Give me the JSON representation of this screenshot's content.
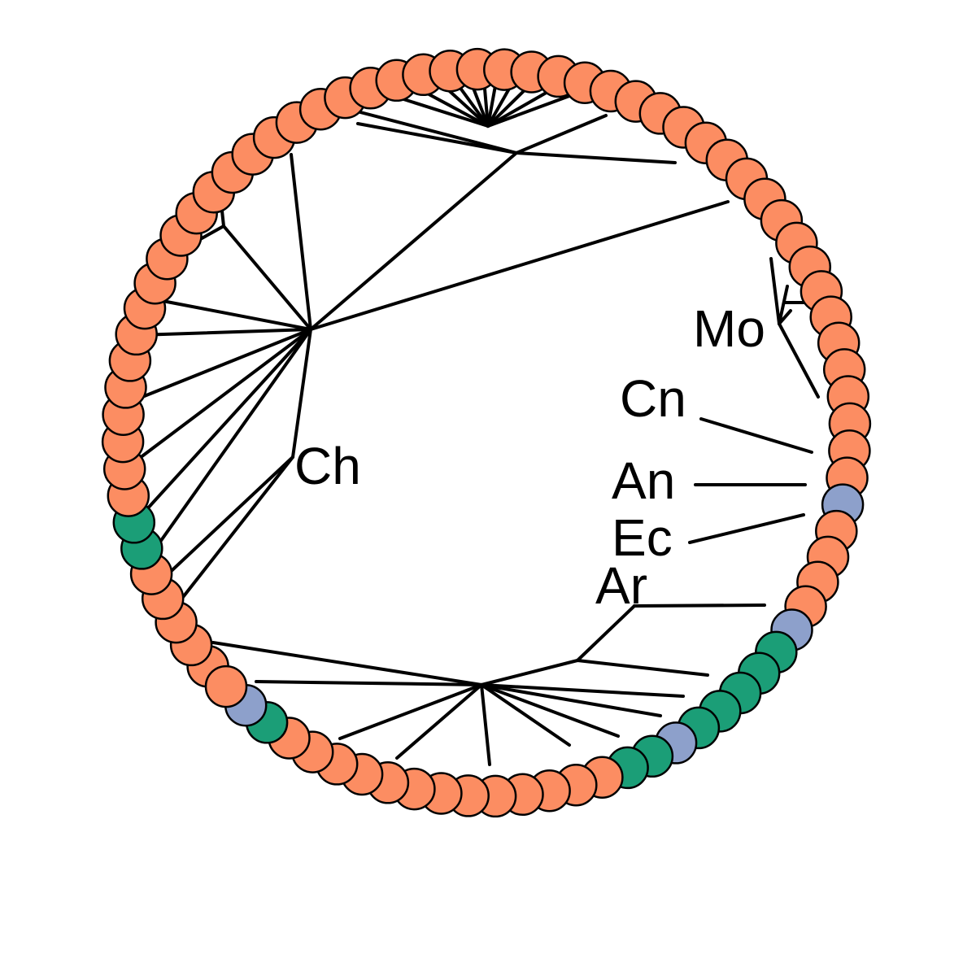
{
  "colors": {
    "orange": "#fc8d62",
    "green": "#1b9e77",
    "blue": "#8da0cb",
    "line": "#000000",
    "background": "#ffffff"
  },
  "legend": [],
  "labels": {
    "ch": "Ch",
    "mo": "Mo",
    "cn": "Cn",
    "an": "An",
    "ec": "Ec",
    "ar": "Ar"
  },
  "leaf_color_sequence": [
    "orange",
    "orange",
    "orange",
    "orange",
    "orange",
    "green",
    "green",
    "orange",
    "orange",
    "orange",
    "orange",
    "orange",
    "orange",
    "orange",
    "orange",
    "orange",
    "orange",
    "orange",
    "orange",
    "orange",
    "orange",
    "orange",
    "orange",
    "orange",
    "orange",
    "orange",
    "orange",
    "orange",
    "orange",
    "orange",
    "orange",
    "orange",
    "orange",
    "orange",
    "orange",
    "orange",
    "orange",
    "orange",
    "orange",
    "orange",
    "orange",
    "orange",
    "orange",
    "orange",
    "orange",
    "orange",
    "orange",
    "orange",
    "orange",
    "orange",
    "orange",
    "orange",
    "orange",
    "orange",
    "blue",
    "orange",
    "orange",
    "orange",
    "orange",
    "blue",
    "green",
    "green",
    "green",
    "green",
    "green",
    "blue",
    "green",
    "green",
    "orange",
    "orange",
    "orange",
    "orange",
    "orange",
    "orange",
    "orange",
    "orange",
    "orange",
    "orange",
    "orange",
    "orange",
    "orange",
    "green",
    "blue",
    "orange"
  ]
}
